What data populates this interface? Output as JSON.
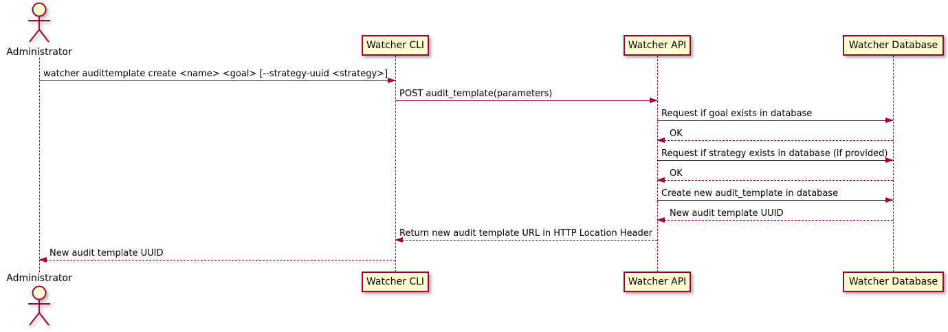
{
  "diagram": {
    "type": "sequence",
    "colors": {
      "accent": "#A80036",
      "participant_fill": "#FEFECE",
      "text": "#000000"
    },
    "actor": {
      "label": "Administrator"
    },
    "participants": [
      {
        "id": "cli",
        "label": "Watcher CLI"
      },
      {
        "id": "api",
        "label": "Watcher API"
      },
      {
        "id": "db",
        "label": "Watcher Database"
      }
    ],
    "messages": [
      {
        "from": "Administrator",
        "to": "Watcher CLI",
        "style": "solid",
        "label": "watcher audittemplate create <name> <goal> [--strategy-uuid <strategy>]"
      },
      {
        "from": "Watcher CLI",
        "to": "Watcher API",
        "style": "solid",
        "label": "POST audit_template(parameters)"
      },
      {
        "from": "Watcher API",
        "to": "Watcher Database",
        "style": "solid",
        "label": "Request if goal exists in database"
      },
      {
        "from": "Watcher Database",
        "to": "Watcher API",
        "style": "dashed",
        "label": "OK"
      },
      {
        "from": "Watcher API",
        "to": "Watcher Database",
        "style": "solid",
        "label": "Request if strategy exists in database (if provided)"
      },
      {
        "from": "Watcher Database",
        "to": "Watcher API",
        "style": "dashed",
        "label": "OK"
      },
      {
        "from": "Watcher API",
        "to": "Watcher Database",
        "style": "solid",
        "label": "Create new audit_template in database"
      },
      {
        "from": "Watcher Database",
        "to": "Watcher API",
        "style": "dashed",
        "label": "New audit template UUID"
      },
      {
        "from": "Watcher API",
        "to": "Watcher CLI",
        "style": "dashed",
        "label": "Return new audit template URL in HTTP Location Header"
      },
      {
        "from": "Watcher CLI",
        "to": "Administrator",
        "style": "dashed",
        "label": "New audit template UUID"
      }
    ]
  }
}
